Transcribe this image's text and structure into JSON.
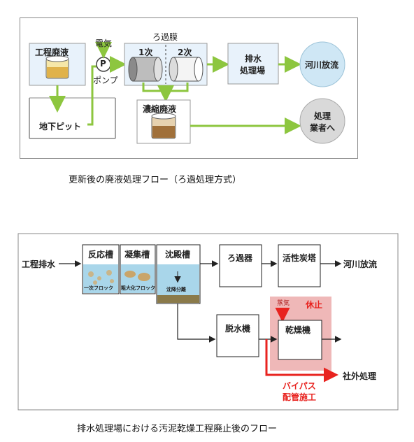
{
  "diagram1": {
    "process_waste": "工程廃液",
    "pit": "地下ピット",
    "electricity": "電気",
    "pump_symbol": "P",
    "pump": "ポンプ",
    "membrane": "ろ過膜",
    "stage1": "1次",
    "stage2": "2次",
    "concentrate": "濃縮廃液",
    "wastewater_plant_line1": "排水",
    "wastewater_plant_line2": "処理場",
    "river": "河川放流",
    "disposal_line1": "処理",
    "disposal_line2": "業者へ",
    "caption": "更新後の廃液処理フロー（ろ過処理方式）",
    "colors": {
      "green_arrow": "#8dc63f",
      "box_fill": "#e8f2fb",
      "circle_river": "#cfe7f5",
      "circle_disposal": "#d9d9d9"
    }
  },
  "diagram2": {
    "input": "工程排水",
    "reactor": "反応槽",
    "reactor_sub": "一次フロック",
    "flocculator": "凝集槽",
    "flocculator_sub": "粗大化フロック",
    "settler": "沈殿槽",
    "settler_sub": "沈降分離",
    "filter": "ろ過器",
    "carbon": "活性炭塔",
    "river": "河川放流",
    "dewater": "脱水機",
    "steam": "蒸気",
    "stopped": "休止",
    "dryer": "乾燥機",
    "bypass_line1": "バイパス",
    "bypass_line2": "配管施工",
    "external": "社外処理",
    "caption": "排水処理場における汚泥乾燥工程廃止後のフロー",
    "colors": {
      "red": "#e8231f",
      "pink_fill": "#efb8b8",
      "water": "#a9d6ea"
    }
  }
}
